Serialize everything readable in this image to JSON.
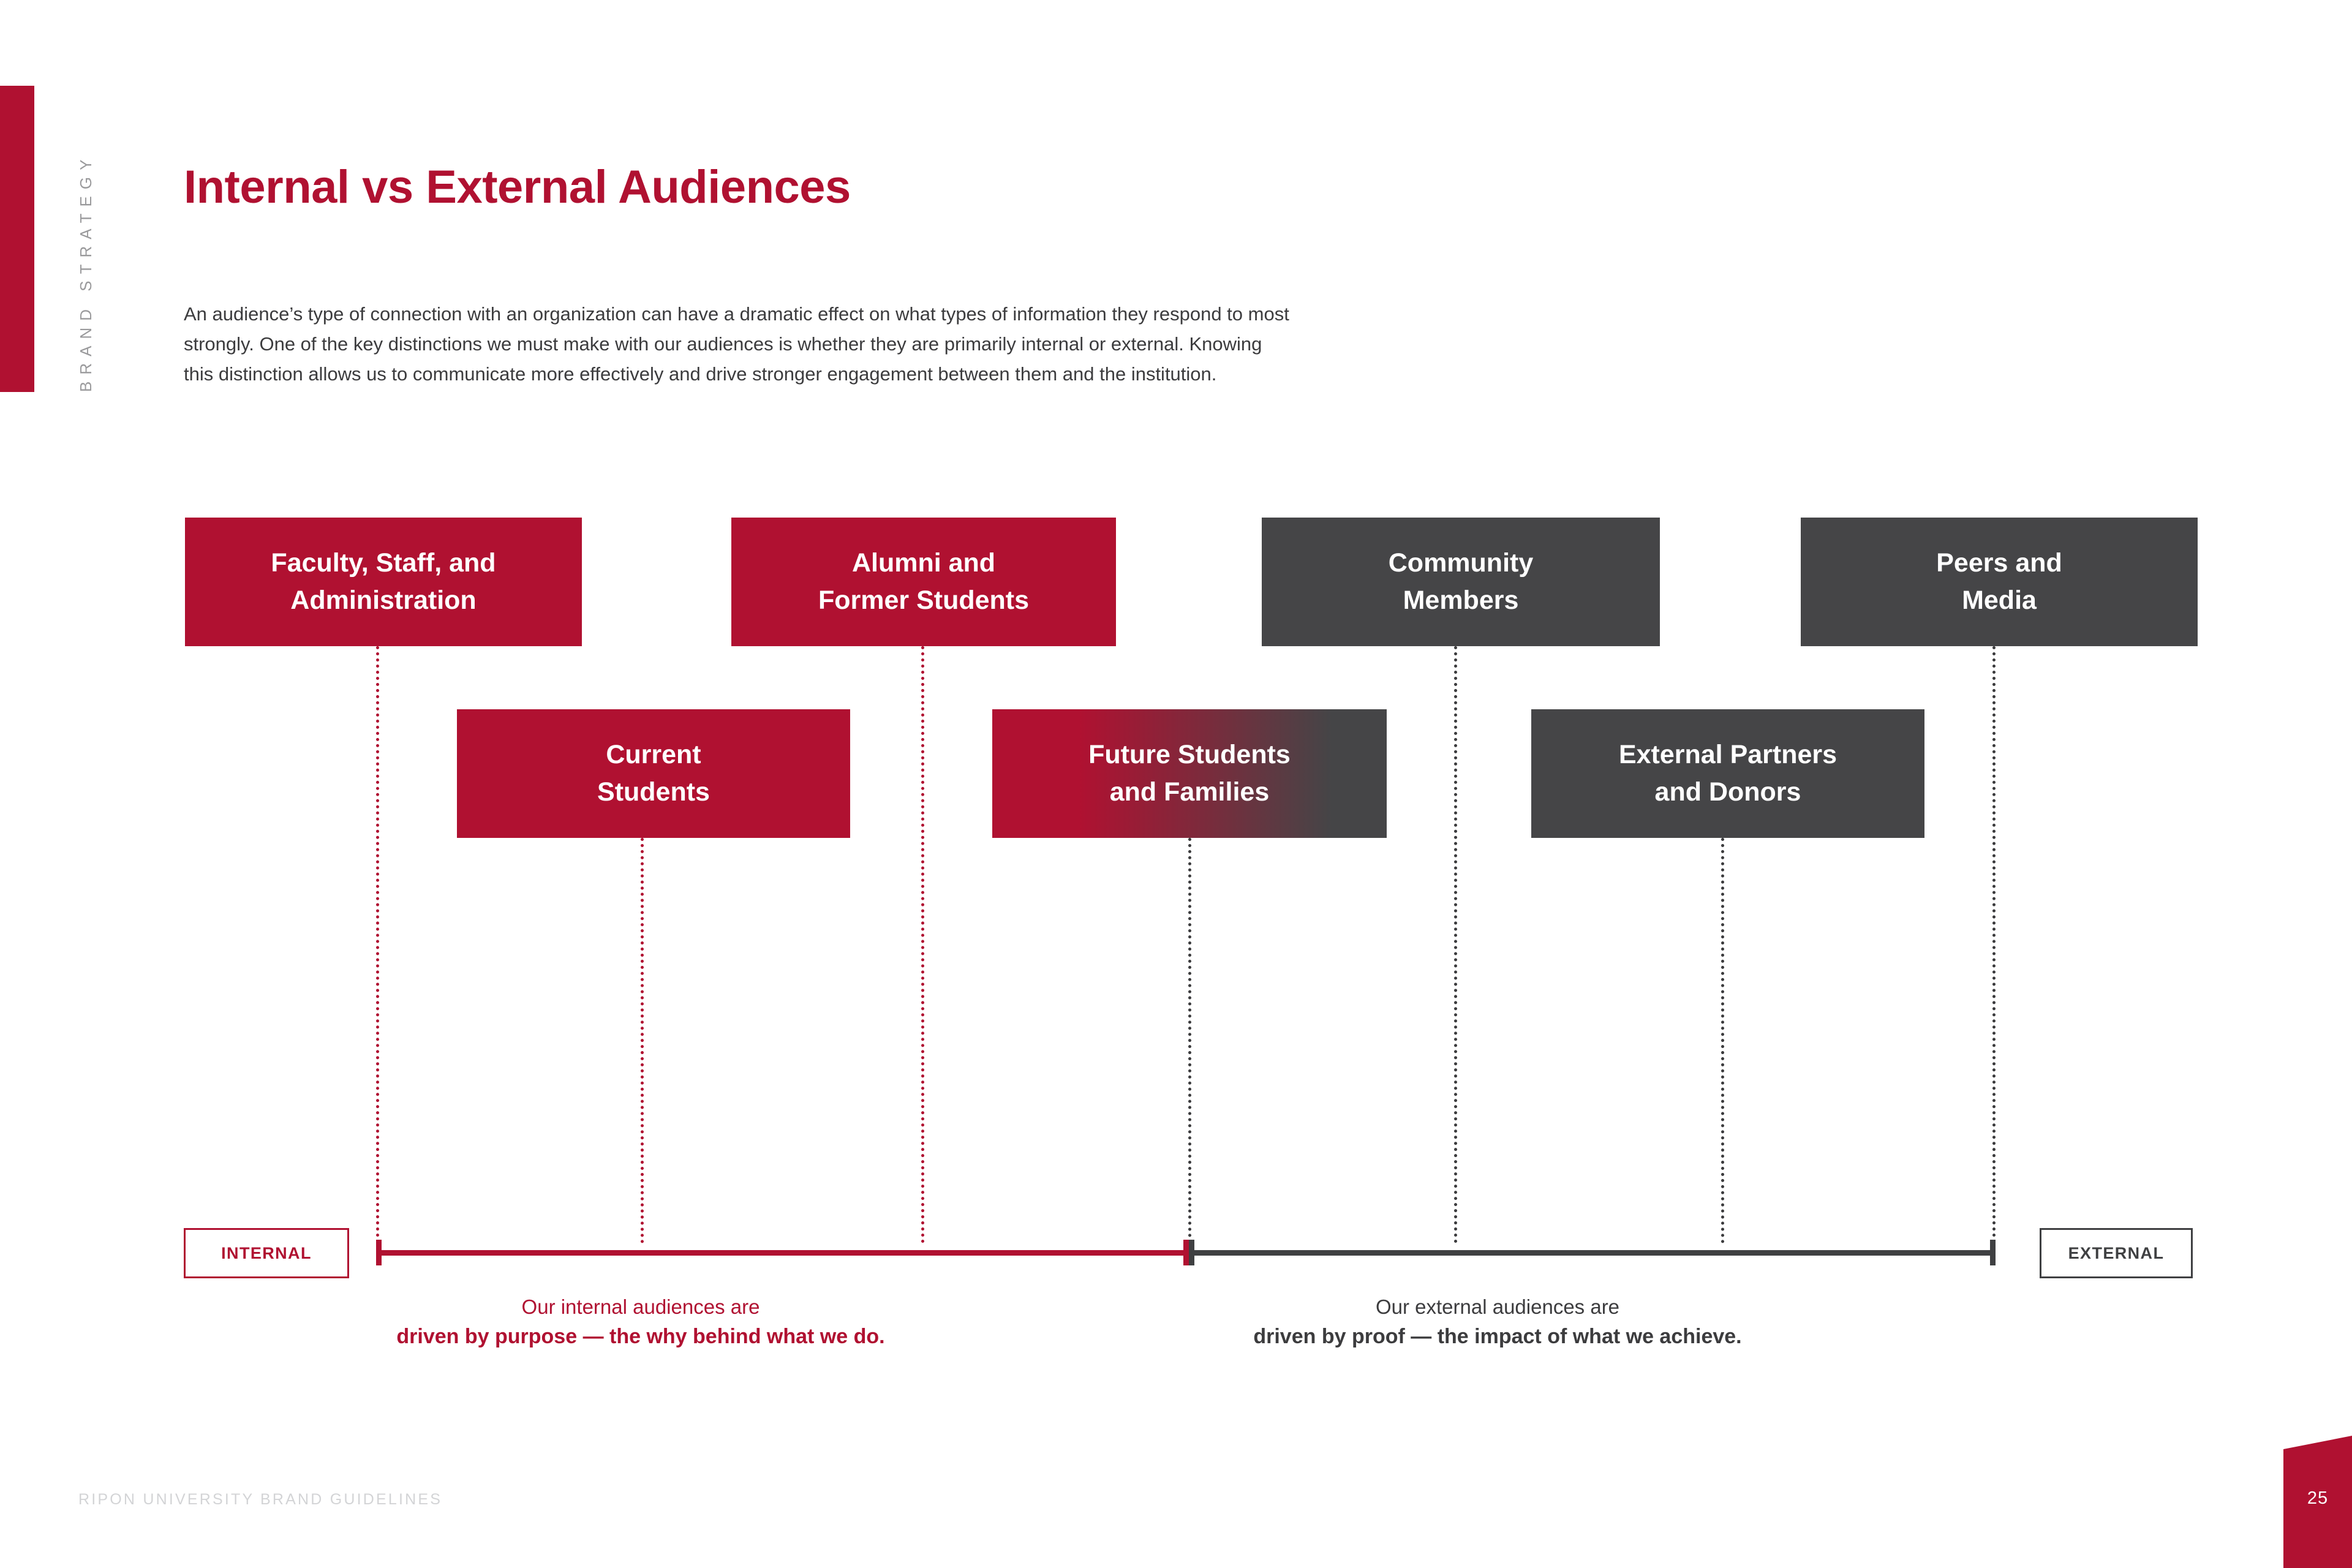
{
  "sidebar": {
    "section_label": "BRAND STRATEGY",
    "rail_color": "#B01131"
  },
  "header": {
    "title": "Internal vs External Audiences",
    "title_color": "#B01131"
  },
  "intro": {
    "line1": "An audience’s type of connection with an organization can have a dramatic effect on what types of information they respond to most",
    "line2": "strongly. One of the key distinctions we must make with our audiences is whether they are primarily internal or external. Knowing",
    "line3": "this distinction allows us to communicate more effectively and drive stronger engagement between them and the institution."
  },
  "diagram": {
    "row1": [
      {
        "line1": "Faculty, Staff, and",
        "line2": "Administration",
        "fill": "red"
      },
      {
        "line1": "Alumni and",
        "line2": "Former Students",
        "fill": "red"
      },
      {
        "line1": "Community",
        "line2": "Members",
        "fill": "dark"
      },
      {
        "line1": "Peers and",
        "line2": "Media",
        "fill": "dark"
      }
    ],
    "row2": [
      {
        "line1": "Current",
        "line2": "Students",
        "fill": "red"
      },
      {
        "line1": "Future Students",
        "line2": "and Families",
        "fill": "gradient-red-dark"
      },
      {
        "line1": "External Partners",
        "line2": "and Donors",
        "fill": "dark"
      }
    ],
    "axis": {
      "internal_label": "INTERNAL",
      "external_label": "EXTERNAL",
      "internal_color": "#B01131",
      "external_color": "#3f4042"
    },
    "captions": {
      "internal_top": "Our internal audiences are",
      "internal_bottom": "driven by purpose — the why behind what we do.",
      "external_top": "Our external audiences are",
      "external_bottom": "driven by proof — the impact of what we achieve."
    }
  },
  "footer": {
    "source": "RIPON UNIVERSITY BRAND GUIDELINES",
    "page_number": "25"
  }
}
